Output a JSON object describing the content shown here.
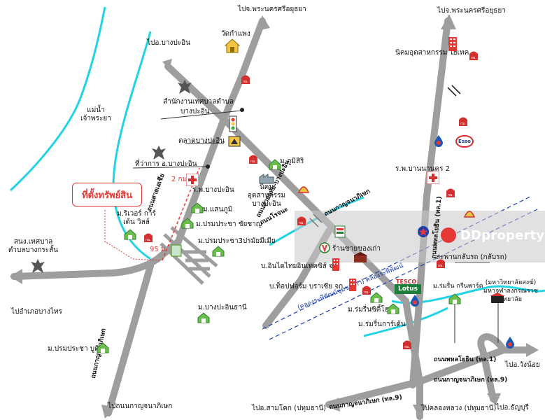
{
  "property": {
    "label": "ที่ตั้งทรัพย์สิน",
    "distance_2km": "2 กม.",
    "distance_95": "95 ม."
  },
  "destinations": {
    "ayutthaya_left": "ไปจ.พระนครศรีอยุธยา",
    "ayutthaya_right": "ไปจ.พระนครศรีอยุธยา",
    "bang_pa_in": "ไปอ.บางปะอิน",
    "amphoe_bang_sai": "ไปอำเภอบางไทร",
    "nonthaburi_south": "ไปถนนกาญจนาภิเษก",
    "sam_khok": "ไปอ.สามโคก (ปทุมธานี)",
    "khlong_luang": "ไปคลองหลวง (ปทุมธานี)",
    "wang_noi": "ไปอ.วังน้อย",
    "thanyaburi": "ไปอ.ธัญบุรี"
  },
  "places": {
    "chao_phraya": "แม่น้ำ เจ้าพระยา",
    "wat_kam_paeng": "วัดกำแพง",
    "municipal_office_line1": "สำนักงานเทศบาลตำบล",
    "municipal_office_line2": "บางปะอิน",
    "bang_pa_in_market": "ตลาดบางปะอิน",
    "district_office": "ที่ว่าการ อ.บางปะอิน",
    "hospital_bang_pa_in": "ร.พ.บางปะอิน",
    "m_saenphum": "ม.แสนภูมิ",
    "m_pruksa_chaicharn": "ม.ปรมประชา ชัยชาญ",
    "m_river_garden": "ม.ริเวอร์ การ์เด้น วิลล์",
    "m_pruksa_3": "ม.ปรมประชา3ปรมัยมีเมีย",
    "m_bang_pa_in_thani": "ม.บางปะอินธานี",
    "m_pruksa_bu": "ม.ปรมประชา บูติค",
    "sub_district": "สนง.เทศบาล ตำบลบางกระสั้น",
    "m_phu_siri": "ม.ภูมิสิริ",
    "industrial_estate_bp": "นิคมอุตสาหกรรม บางปะอิน",
    "hi_tech": "นิคมอุตสาหกรรม ไฮเทค",
    "hospital_bangkok_2": "ร.พ.บานนานคร 2",
    "antique_store": "ร้านขายของเก่า",
    "intertech": "บ.อินไดไทยอินเทคซิส์ จก.",
    "tops_platform": "บ.ท็อปฟอร์ม บราเซีย จก.",
    "m_rainbow_home": "ม.ร่มรื่นซิตี้โฮม",
    "m_rainbow_garden": "ม.ร่มรื่นการ์เด้น",
    "m_rainbow_green": "ม.ร่มรื่น กรีนพาร์ค",
    "flyover": "สะพานกลับรถ (กลับรถ)",
    "university": "(มหาวิทยาลัยสงฆ์) มหาจุฬาลงกรณราชวิทยาลัย",
    "tesco": "TESCO",
    "lotus": "Lotus",
    "esso": "Esso"
  },
  "roads": {
    "asia_highway": "ถนนพหลโยธิน (ทล.1)",
    "kanchanaphisek_lower": "ถนนกาญจนาภิเษก (ทล.9)",
    "kanchanaphisek_right": "ถนนกาญจนาภิเษก (ทล.9)",
    "phahonyothin_1": "ถนนพหลโยธิน (ทล.1)",
    "rural_road_3111": "ถนนสายอุทัย-บางปะอิน",
    "canal_road": "ถนนสายเอเชีย",
    "rojana": "ถนนโรจนะ",
    "kanchanaphisek_local": "ถนนกาญจนาภิเษก",
    "rail_line": "(คลองระพีพัฒน์ชุมชนเก่า) คลองระพีพัฒน์"
  },
  "watermark": {
    "brand": "DDproperty"
  },
  "highway_marker": "กม."
}
